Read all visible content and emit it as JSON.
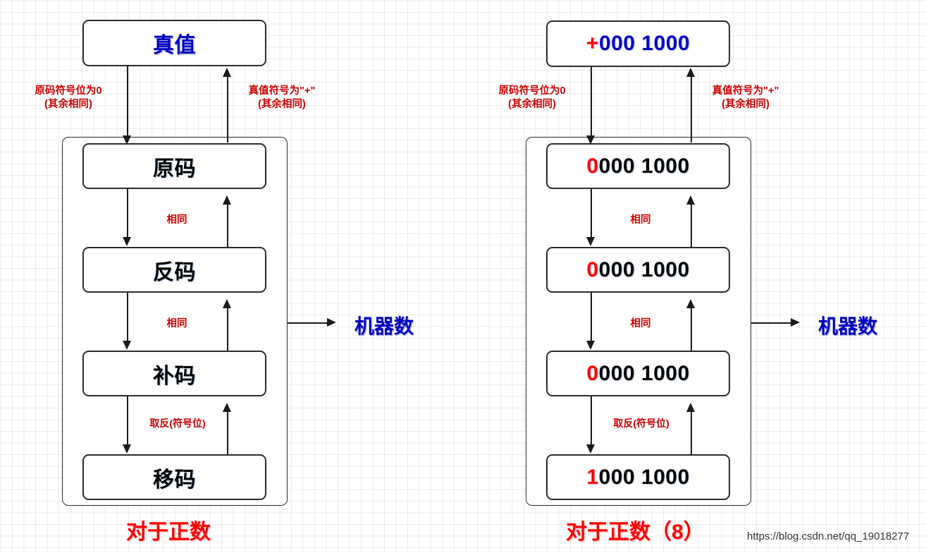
{
  "figure": {
    "background": "#ffffff",
    "grid_color": "#ebebeb",
    "accent_red": "#cc0000",
    "accent_blue": "#0000c0",
    "caption_red": "#ff0000",
    "line_color": "#1a1a1a"
  },
  "left_panel": {
    "top_node": "真值",
    "nodes": [
      "原码",
      "反码",
      "补码",
      "移码"
    ],
    "edge_down_label": "原码符号位为0\n(其余相同)",
    "edge_up_label": "真值符号为\"+\"\n(其余相同)",
    "inner_labels": [
      "相同",
      "相同",
      "取反(符号位)"
    ],
    "output_label": "机器数",
    "caption": "对于正数"
  },
  "right_panel": {
    "top_node": {
      "sign": "+",
      "digits": "000 1000"
    },
    "nodes": [
      {
        "sign": "0",
        "rest": "000 1000"
      },
      {
        "sign": "0",
        "rest": "000 1000"
      },
      {
        "sign": "0",
        "rest": "000 1000"
      },
      {
        "sign": "1",
        "rest": "000 1000"
      }
    ],
    "edge_down_label": "原码符号位为0\n(其余相同)",
    "edge_up_label": "真值符号为\"+\"\n(其余相同)",
    "inner_labels": [
      "相同",
      "相同",
      "取反(符号位)"
    ],
    "output_label": "机器数",
    "caption": "对于正数（8）"
  },
  "watermark": "https://blog.csdn.net/qq_19018277"
}
